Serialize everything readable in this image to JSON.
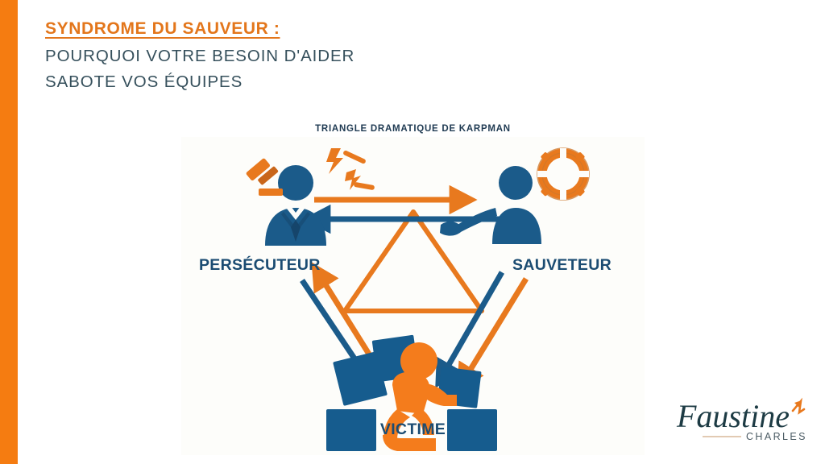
{
  "slide": {
    "background_color": "#FFFFFF",
    "accent_bar_color": "#F57C11"
  },
  "heading": {
    "title_line": "SYNDROME DU SAUVEUR :",
    "title_color": "#E3761B",
    "subtitle_line_1": "POURQUOI VOTRE BESOIN D'AIDER",
    "subtitle_line_2": "SABOTE VOS ÉQUIPES",
    "subtitle_color": "#36505C"
  },
  "diagram": {
    "title": "TRIANGLE DRAMATIQUE DE KARPMAN",
    "title_color": "#1F3A52",
    "panel_color": "#FDFDFA",
    "blue": "#1B5B8A",
    "navy": "#1B4C72",
    "orange": "#E8791E",
    "roles": [
      {
        "id": "persecuteur",
        "label": "PERSÉCUTEUR",
        "icon": "businessman-with-gavel-icon",
        "accessories": [
          "gavel-icon",
          "lightning-bolt-icon"
        ]
      },
      {
        "id": "sauveteur",
        "label": "SAUVETEUR",
        "icon": "helping-person-icon",
        "accessories": [
          "life-ring-icon"
        ]
      },
      {
        "id": "victime",
        "label": "VICTIME",
        "icon": "kneeling-person-under-boxes-icon",
        "accessories": [
          "falling-boxes-icon"
        ]
      }
    ],
    "arrows": [
      {
        "id": "persecuteur-to-sauveteur-orange",
        "from": "persecuteur",
        "to": "sauveteur",
        "color": "#E8791E"
      },
      {
        "id": "sauveteur-to-persecuteur-blue",
        "from": "sauveteur",
        "to": "persecuteur",
        "color": "#1B5B8A"
      },
      {
        "id": "sauveteur-to-victime-orange",
        "from": "sauveteur",
        "to": "victime",
        "color": "#E8791E"
      },
      {
        "id": "persecuteur-to-victime-blue",
        "from": "persecuteur",
        "to": "victime",
        "color": "#1B5B8A"
      },
      {
        "id": "victime-to-persecuteur-orange",
        "from": "victime",
        "to": "persecuteur",
        "color": "#E8791E"
      },
      {
        "id": "victime-to-sauveteur-blue",
        "from": "victime",
        "to": "sauveteur",
        "color": "#1B5B8A"
      }
    ],
    "center_triangle_color": "#E8791E"
  },
  "logo": {
    "script_name": "Faustine",
    "surname": "CHARLES",
    "script_color": "#1D3B44",
    "surname_color": "#4A5A63",
    "accent_color": "#E8791E"
  }
}
